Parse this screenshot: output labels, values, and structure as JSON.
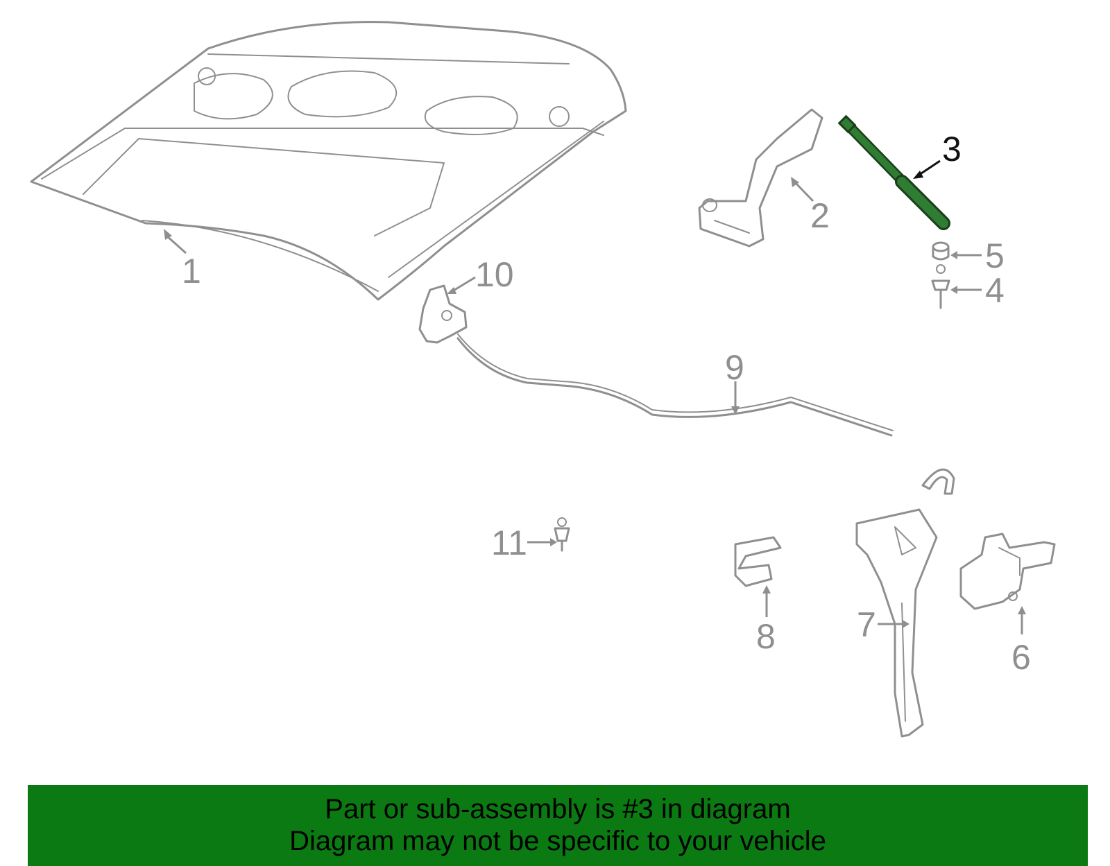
{
  "diagram": {
    "callouts": [
      {
        "id": "1",
        "label": "1"
      },
      {
        "id": "2",
        "label": "2"
      },
      {
        "id": "3",
        "label": "3"
      },
      {
        "id": "4",
        "label": "4"
      },
      {
        "id": "5",
        "label": "5"
      },
      {
        "id": "6",
        "label": "6"
      },
      {
        "id": "7",
        "label": "7"
      },
      {
        "id": "8",
        "label": "8"
      },
      {
        "id": "9",
        "label": "9"
      },
      {
        "id": "10",
        "label": "10"
      },
      {
        "id": "11",
        "label": "11"
      }
    ],
    "highlighted_part": "3",
    "colors": {
      "line_gray": "#8f8f8f",
      "highlight_green": "#2e7d32",
      "banner_green": "#0b7a12"
    }
  },
  "banner": {
    "line1": "Part or sub-assembly is #3 in diagram",
    "line2": "Diagram may not be specific to your vehicle"
  }
}
